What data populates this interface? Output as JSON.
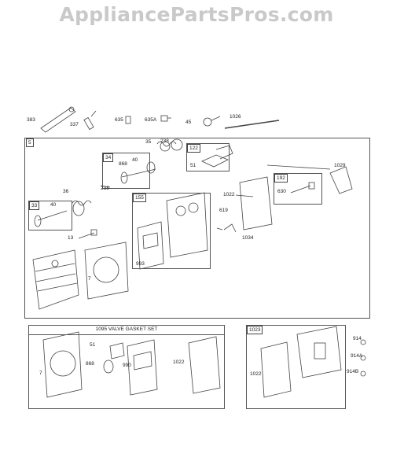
{
  "watermark": "AppliancePartsPros.com",
  "top_parts": [
    "383",
    "337",
    "635",
    "635A",
    "45",
    "1026"
  ],
  "main_box": {
    "index": "5",
    "sub_boxes": {
      "b34": "34",
      "b122": "122",
      "b155": "155",
      "b33": "33",
      "b192": "192"
    },
    "parts": [
      "35",
      "238",
      "868",
      "40",
      "51",
      "1029",
      "36",
      "238",
      "40",
      "1022",
      "630",
      "619",
      "1034",
      "13",
      "993",
      "7"
    ]
  },
  "gasket_set": {
    "title": "1095 VALVE GASKET SET",
    "parts": [
      "51",
      "7",
      "868",
      "990",
      "1022"
    ]
  },
  "cover_box": {
    "index": "1023",
    "parts": [
      "914",
      "914A",
      "914B",
      "1022"
    ]
  },
  "colors": {
    "line": "#444444",
    "watermark": "#c9c9c9"
  }
}
